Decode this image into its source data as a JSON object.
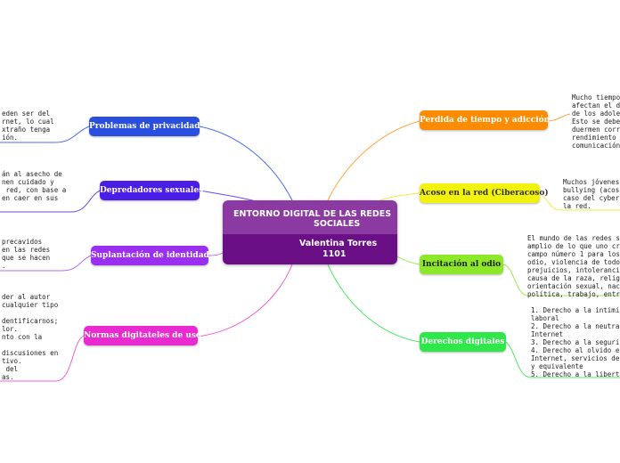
{
  "central": {
    "title_line1": "ENTORNO DIGITAL DE LAS REDES",
    "title_line2": "SOCIALES",
    "author": "Valentina Torres",
    "group": "1101",
    "header_color": "#8a3aa0",
    "body_color": "#6a0f85"
  },
  "topics": [
    {
      "id": "privacidad",
      "label": "Problemas de privacidad",
      "bg": "#2a4fe0",
      "fg": "#ffffff",
      "line": "#4a6cf0",
      "note": "eden ser del\nrnet, lo cual\nxtraño tenga\nión."
    },
    {
      "id": "depredadores",
      "label": "Depredadores sexuales",
      "bg": "#4b1ee8",
      "fg": "#ffffff",
      "line": "#6a4af0",
      "note": "án al asecho de\nnen cuidado y\n red, con base a\nen caer en sus"
    },
    {
      "id": "suplantacion",
      "label": "Suplantación de identidad",
      "bg": "#9b2ff0",
      "fg": "#ffffff",
      "line": "#b070f0",
      "note": "precavidos\nen las redes\nque se hacen\n."
    },
    {
      "id": "normas",
      "label": "Normas digitateles de uso",
      "bg": "#e92ad0",
      "fg": "#ffffff",
      "line": "#f060d8",
      "note": "der al autor\ncualquier tipo\n\ndentificarnos;\nlor.\nnto con la\n\ndiscusiones en\ntivo.\n del\nas."
    },
    {
      "id": "tiempo",
      "label": "Perdida de tiempo y adicción",
      "bg": "#ff8c00",
      "fg": "#ffffff",
      "line": "#ffa640",
      "note": "Mucho tiempo\nafectan el d\nde los adole\nEsto se debe\nduermen corr\nrendimiento\ncomunicación"
    },
    {
      "id": "acoso",
      "label": "Acoso en la red (Ciberacoso)",
      "bg": "#f2f20f",
      "fg": "#333333",
      "line": "#eeee40",
      "note": "Muchos jóvenes\nbullying (acos\ncaso del cyber\nla red."
    },
    {
      "id": "odio",
      "label": "Incitación al odio",
      "bg": "#8ee82a",
      "fg": "#222222",
      "line": "#9ee860",
      "note": "El mundo de las redes s\namplio de lo que uno cr\ncampo número 1 para los\nodio, violencia de todo\nprejuicios, intoleranci\ncausa de la raza, relig\norientación sexual, nac\npolítica, trabajo, entr"
    },
    {
      "id": "derechos",
      "label": "Derechos digitales",
      "bg": "#2ee84a",
      "fg": "#ffffff",
      "line": "#50e86a",
      "note": "1. Derecho a la intimi\nlaboral\n2. Derecho a la neutra\nInternet\n3. Derecho a la seguri\n4. Derecho al olvido e\nInternet, servicios de\ny equivalente\n5. Derecho a la liberta"
    }
  ]
}
